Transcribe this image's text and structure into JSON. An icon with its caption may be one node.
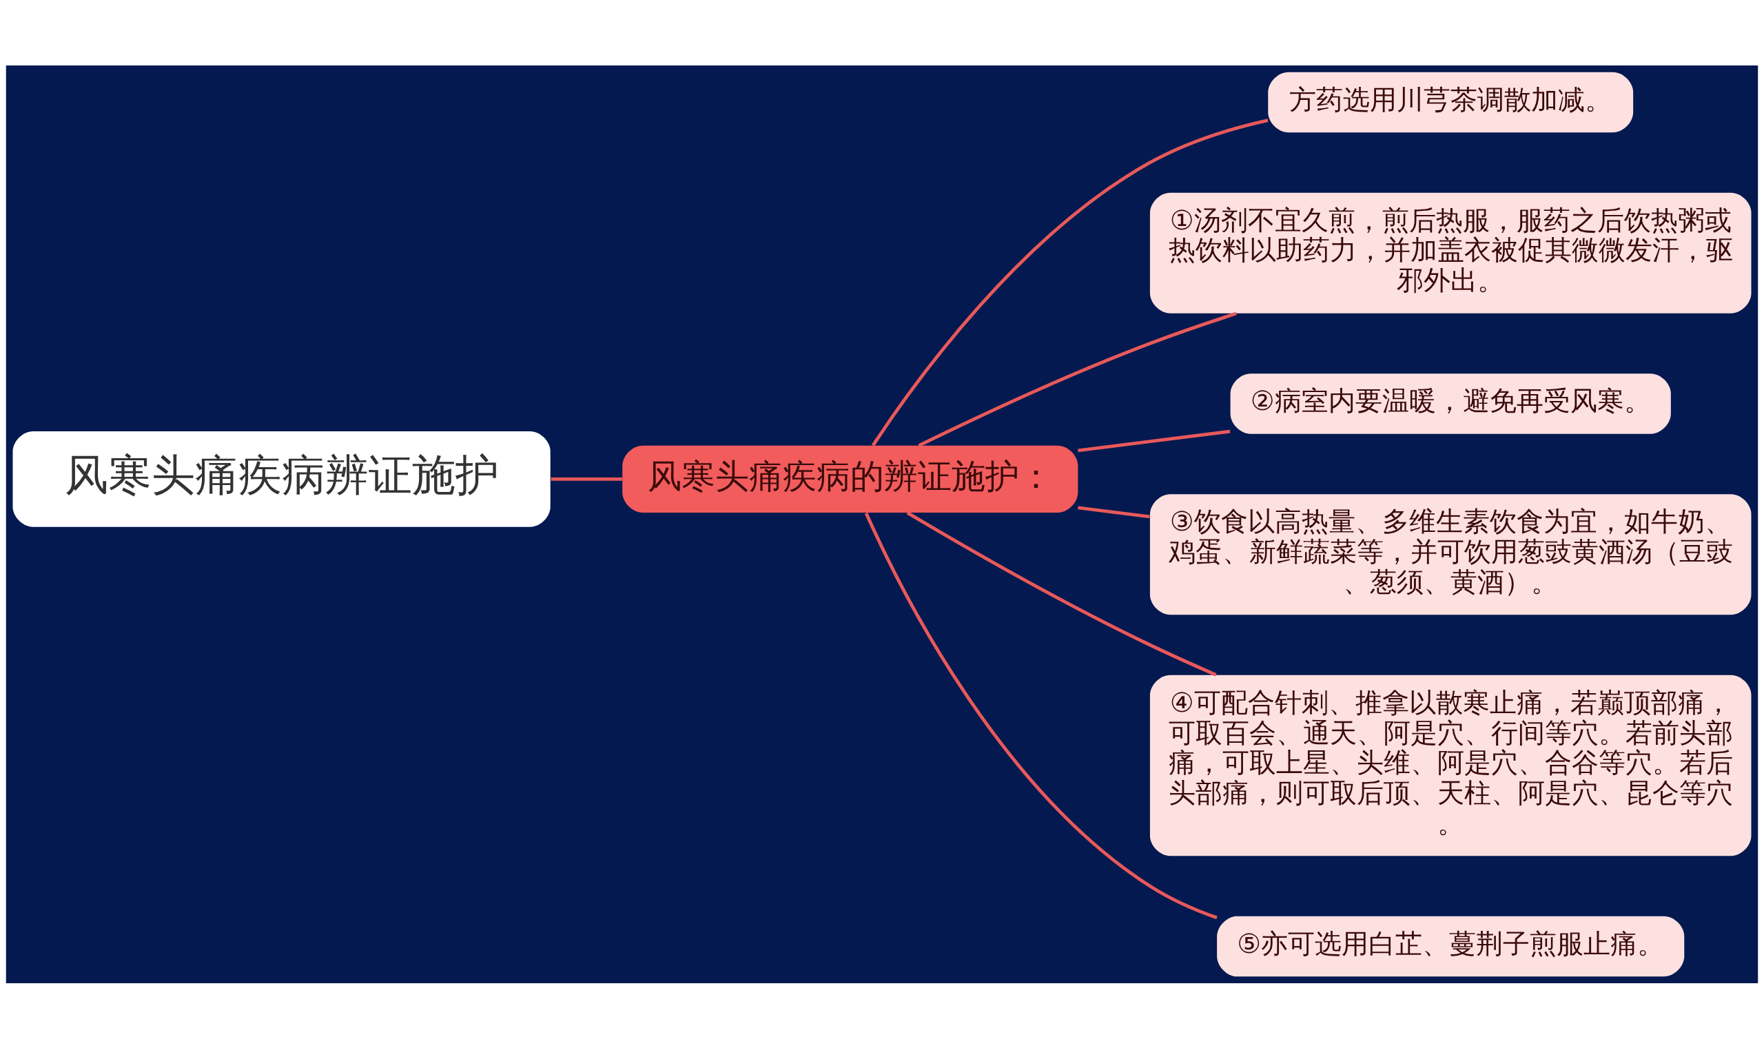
{
  "diagram": {
    "nodes": [
      {
        "text": [
          "风寒头痛疾病辨证施护"
        ]
      },
      {
        "text": [
          "风寒头痛疾病的辨证施护："
        ]
      },
      {
        "text": [
          "方药选用川芎茶调散加减。"
        ]
      },
      {
        "text": [
          "①汤剂不宜久煎，煎后热服，服药之后饮热粥或热饮料以助药力，并加盖衣被促其微微发汗，驱邪外出。"
        ]
      },
      {
        "text": [
          "②病室内要温暖，避免再受风寒。"
        ]
      },
      {
        "text": [
          "③饮食以高热量、多维生素饮食为宜，如牛奶、鸡蛋、新鲜蔬菜等，并可饮用葱豉黄酒汤（豆豉、葱须、黄酒）。"
        ]
      },
      {
        "text": [
          "④可配合针刺、推拿以散寒止痛，若巅顶部痛，可取百会、通天、阿是穴、行间等穴。若前头部痛，可取上星、头维、阿是穴、合谷等穴。若后头部痛，则可取后顶、天柱、阿是穴、昆仑等穴。"
        ]
      },
      {
        "text": [
          "⑤亦可选用白芷、蔓荆子煎服止痛。"
        ]
      }
    ],
    "edges": [
      {
        "from": 0,
        "to": 1,
        "arrow": "none"
      },
      {
        "from": 1,
        "to": 2,
        "arrow": "none"
      },
      {
        "from": 1,
        "to": 3,
        "arrow": "none"
      },
      {
        "from": 1,
        "to": 4,
        "arrow": "none"
      },
      {
        "from": 1,
        "to": 5,
        "arrow": "none"
      },
      {
        "from": 1,
        "to": 6,
        "arrow": "none"
      },
      {
        "from": 1,
        "to": 7,
        "arrow": "none"
      }
    ]
  }
}
